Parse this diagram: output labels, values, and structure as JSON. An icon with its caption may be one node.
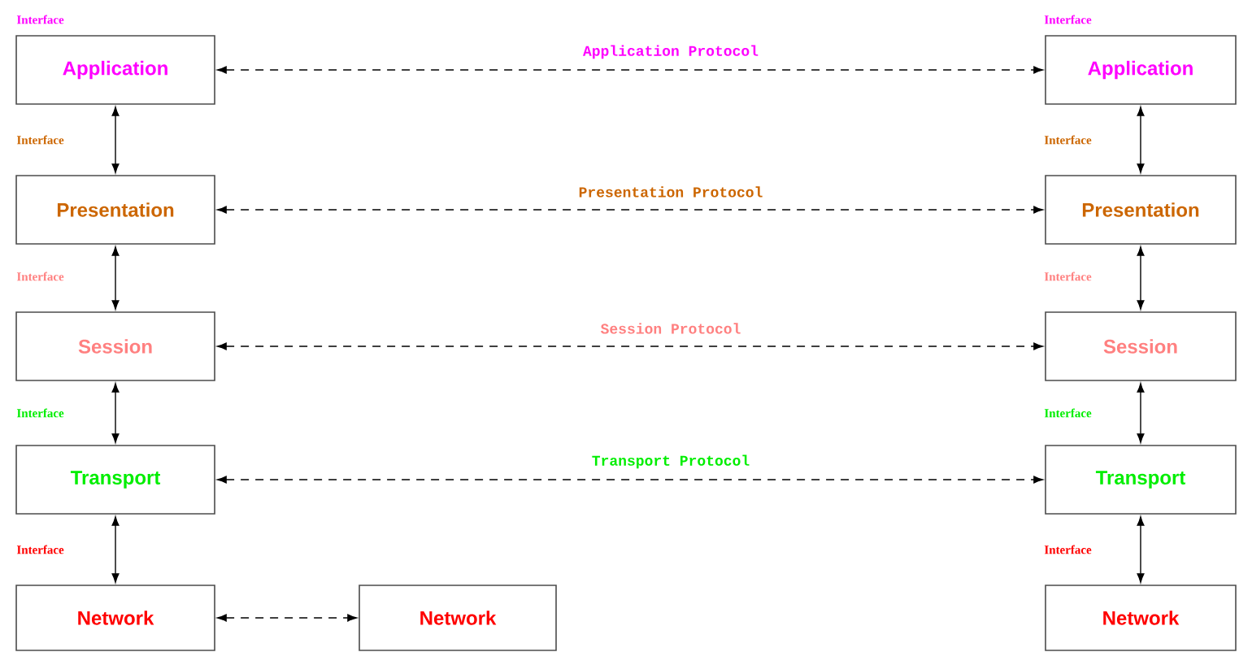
{
  "diagram": {
    "nodes": [
      {
        "text": [
          "Application"
        ]
      },
      {
        "text": [
          "Application"
        ]
      },
      {
        "text": [
          "Presentation"
        ]
      },
      {
        "text": [
          "Presentation"
        ]
      },
      {
        "text": [
          "Session"
        ]
      },
      {
        "text": [
          "Session"
        ]
      },
      {
        "text": [
          "Transport"
        ]
      },
      {
        "text": [
          "Transport"
        ]
      },
      {
        "text": [
          "Network"
        ]
      },
      {
        "text": [
          "Network"
        ]
      },
      {
        "text": [
          "Network"
        ]
      }
    ],
    "edges": [
      {
        "from": 0,
        "to": 1,
        "arrow": "both",
        "style": "dashed",
        "label": "Application Protocol"
      },
      {
        "from": 2,
        "to": 3,
        "arrow": "both",
        "style": "dashed",
        "label": "Presentation Protocol"
      },
      {
        "from": 4,
        "to": 5,
        "arrow": "both",
        "style": "dashed",
        "label": "Session Protocol"
      },
      {
        "from": 6,
        "to": 7,
        "arrow": "both",
        "style": "dashed",
        "label": "Transport Protocol"
      },
      {
        "from": 8,
        "to": 9,
        "arrow": "both",
        "style": "dashed"
      },
      {
        "from": 0,
        "to": 2,
        "arrow": "both"
      },
      {
        "from": 2,
        "to": 4,
        "arrow": "both"
      },
      {
        "from": 4,
        "to": 6,
        "arrow": "both"
      },
      {
        "from": 6,
        "to": 8,
        "arrow": "both"
      },
      {
        "from": 1,
        "to": 3,
        "arrow": "both"
      },
      {
        "from": 3,
        "to": 5,
        "arrow": "both"
      },
      {
        "from": 5,
        "to": 7,
        "arrow": "both"
      },
      {
        "from": 7,
        "to": 10,
        "arrow": "both"
      }
    ],
    "labels": [
      "Interface",
      "Interface",
      "Interface",
      "Interface",
      "Interface",
      "Interface",
      "Interface",
      "Interface",
      "Interface",
      "Interface"
    ]
  }
}
